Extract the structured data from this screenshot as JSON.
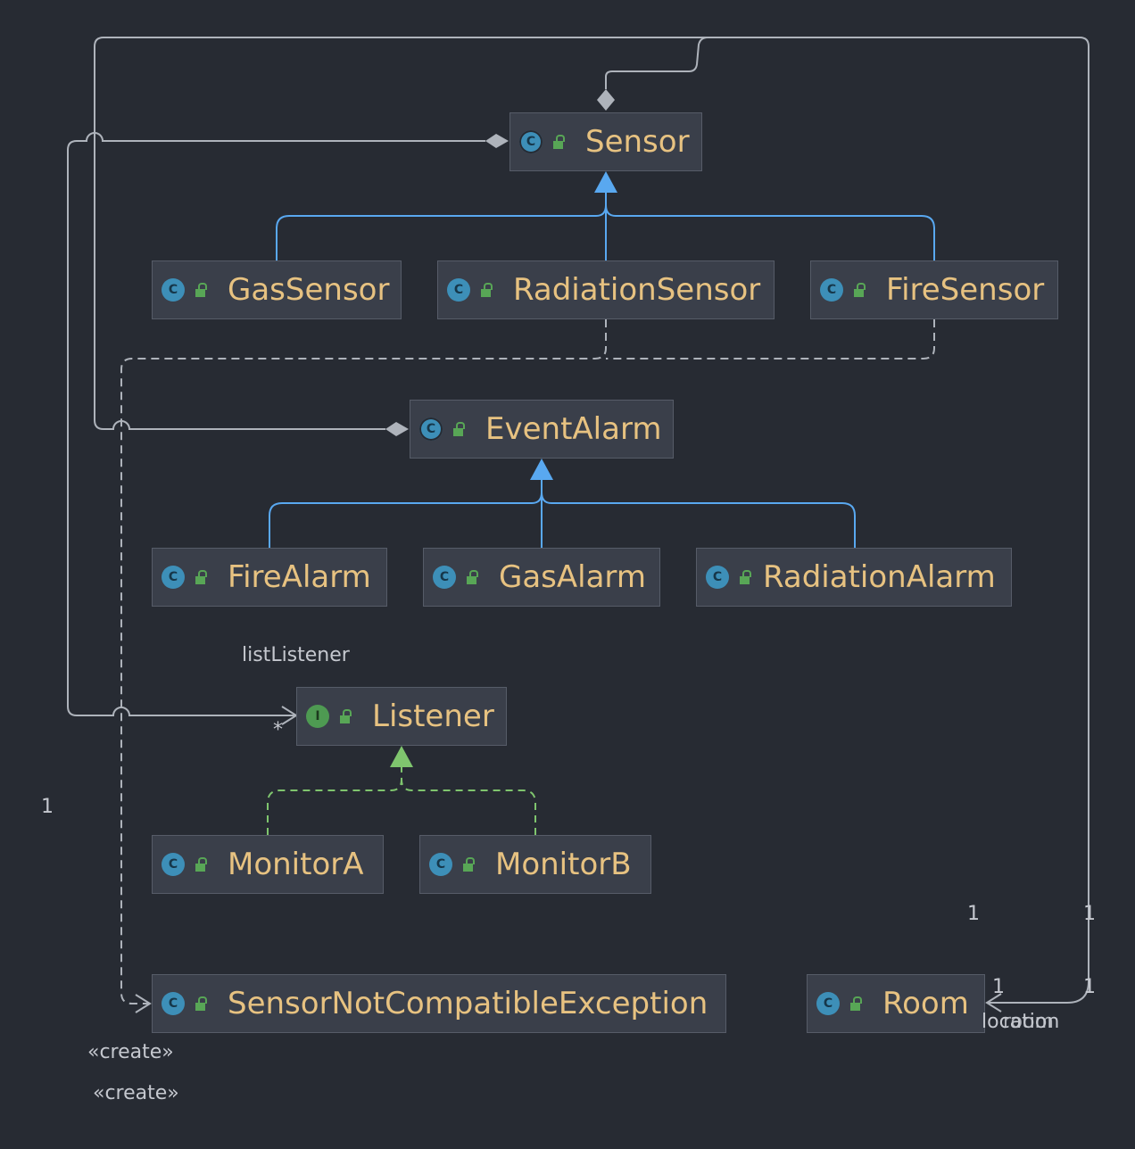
{
  "nodes": {
    "sensor": {
      "name": "Sensor",
      "icon": "abstract-class-icon"
    },
    "gas_sensor": {
      "name": "GasSensor",
      "icon": "class-icon"
    },
    "radiation_sensor": {
      "name": "RadiationSensor",
      "icon": "class-icon"
    },
    "fire_sensor": {
      "name": "FireSensor",
      "icon": "class-icon"
    },
    "event_alarm": {
      "name": "EventAlarm",
      "icon": "abstract-class-icon"
    },
    "fire_alarm": {
      "name": "FireAlarm",
      "icon": "class-icon"
    },
    "gas_alarm": {
      "name": "GasAlarm",
      "icon": "class-icon"
    },
    "radiation_alarm": {
      "name": "RadiationAlarm",
      "icon": "class-icon"
    },
    "listener": {
      "name": "Listener",
      "icon": "interface-icon"
    },
    "monitor_a": {
      "name": "MonitorA",
      "icon": "class-icon"
    },
    "monitor_b": {
      "name": "MonitorB",
      "icon": "class-icon"
    },
    "exception": {
      "name": "SensorNotCompatibleException",
      "icon": "class-icon"
    },
    "room": {
      "name": "Room",
      "icon": "class-icon"
    }
  },
  "labels": {
    "list_listener": "listListener",
    "many": "*",
    "one_left": "1",
    "one_room_a": "1",
    "one_room_b": "1",
    "one_room_c": "1",
    "one_room_d": "1",
    "location": "location",
    "room_role": "room",
    "create_1": "«create»",
    "create_2": "«create»"
  },
  "icon_glyphs": {
    "class": "C",
    "interface": "I"
  },
  "colors": {
    "background": "#272b33",
    "node_fill": "#3a3f4a",
    "node_text": "#e7c281",
    "edge_gray": "#aeb3bb",
    "inheritance_blue": "#59a8f0",
    "realization_green": "#7fc56e"
  }
}
